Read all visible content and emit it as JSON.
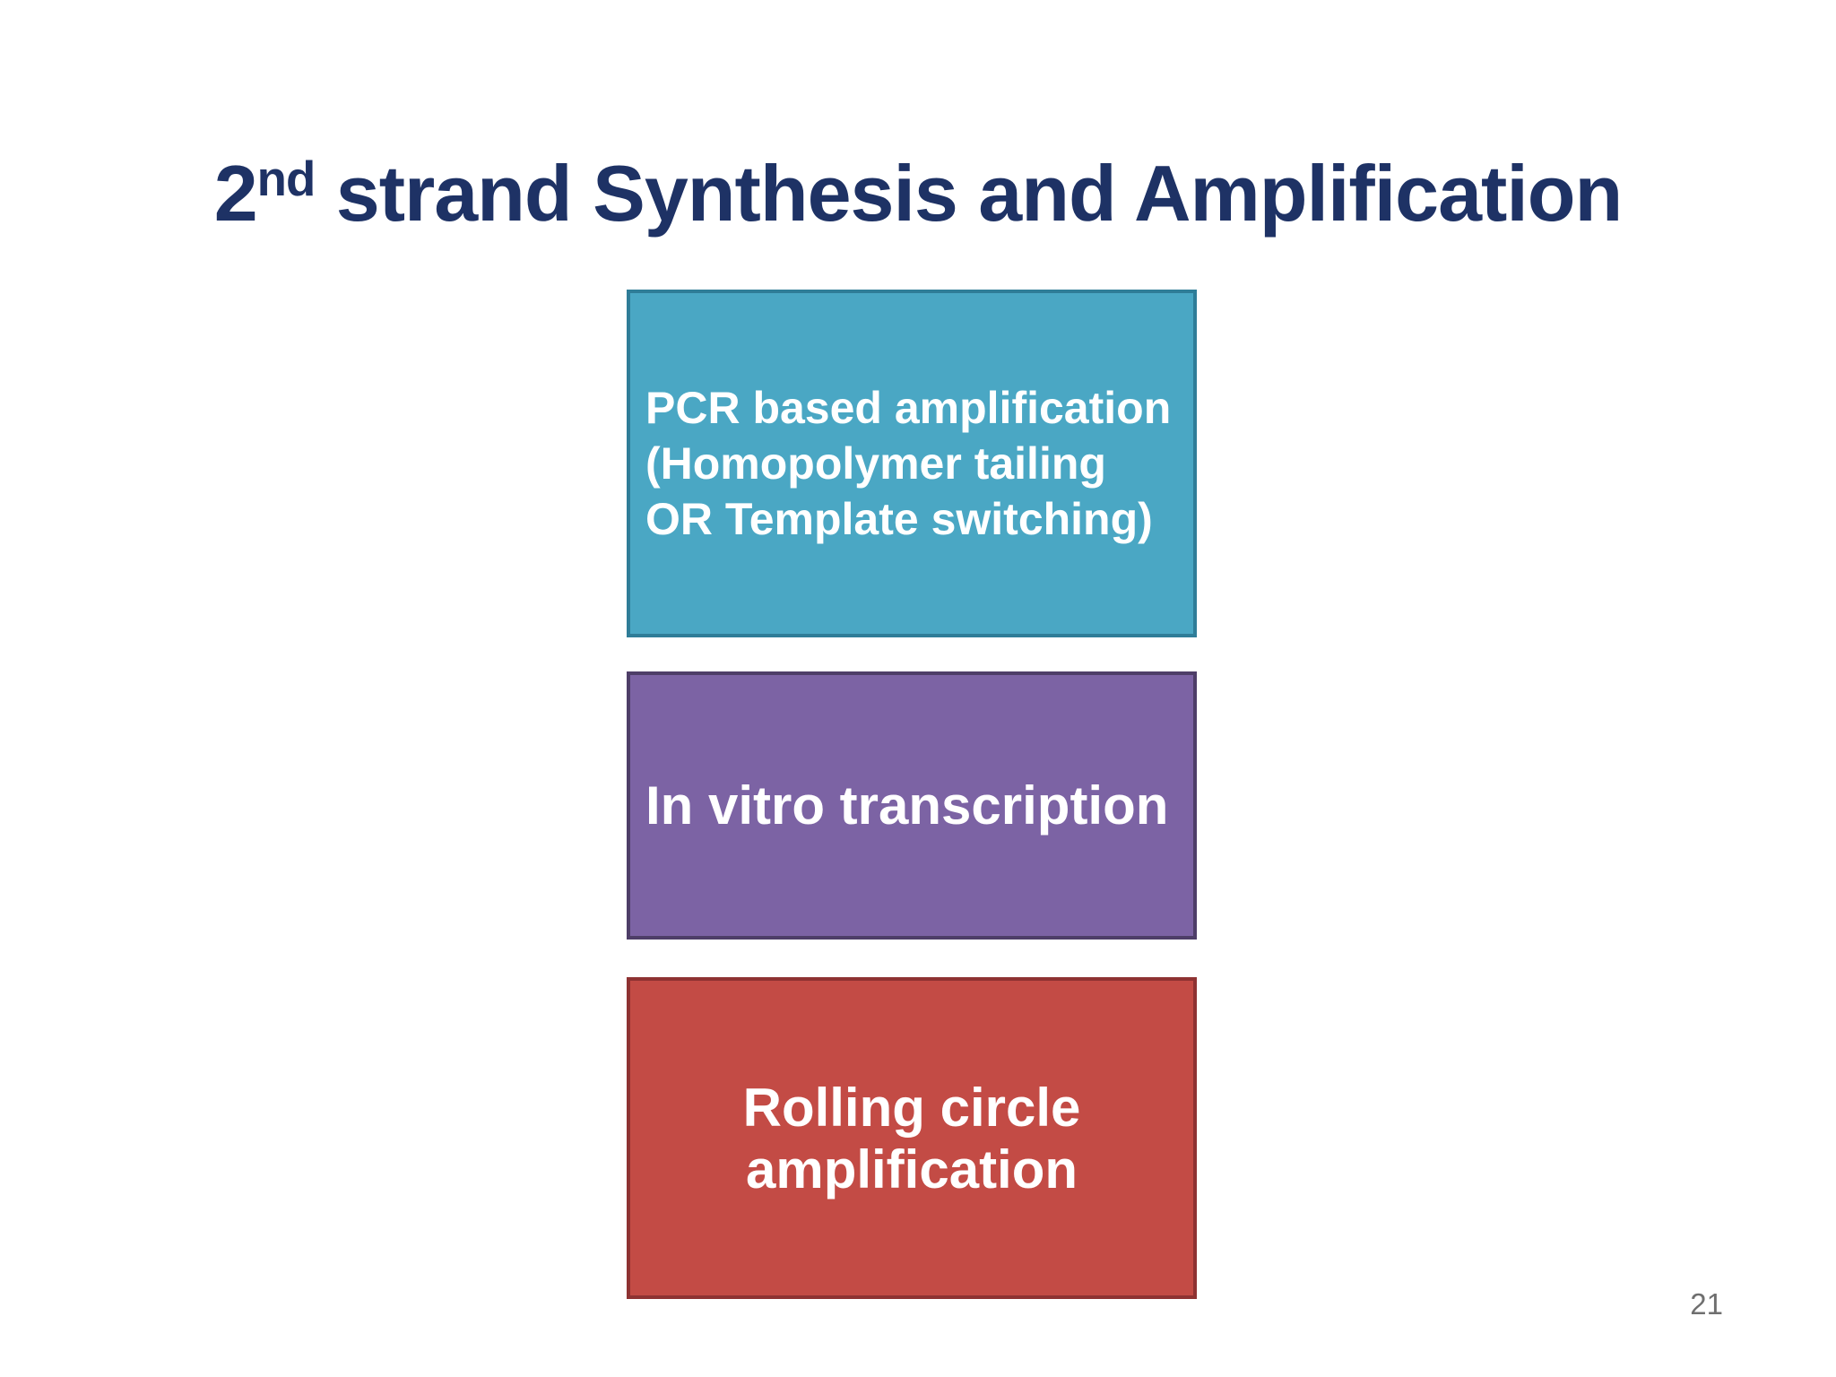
{
  "slide": {
    "title": {
      "base": "2",
      "superscript": "nd",
      "rest": " strand Synthesis and Amplification",
      "color": "#1e3265"
    },
    "boxes": [
      {
        "name": "pcr-based-amplification",
        "lines": [
          "PCR based amplification",
          "(Homopolymer tailing",
          "OR Template switching)"
        ],
        "fill": "#4aa7c4",
        "border": "#2f7d98",
        "text_color": "#ffffff"
      },
      {
        "name": "in-vitro-transcription",
        "lines": [
          "In vitro transcription"
        ],
        "fill": "#7c63a4",
        "border": "#4e3e68",
        "text_color": "#ffffff"
      },
      {
        "name": "rolling-circle-amplification",
        "lines": [
          "Rolling circle",
          "amplification"
        ],
        "fill": "#c34b45",
        "border": "#8e3232",
        "text_color": "#ffffff"
      }
    ],
    "page_number": "21",
    "page_number_color": "#6f6f6f",
    "background_color": "#ffffff"
  }
}
